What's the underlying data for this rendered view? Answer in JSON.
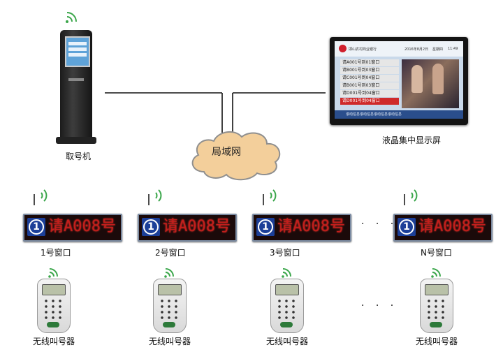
{
  "network": {
    "label": "局域网",
    "cloud_color": "#f3cf9b",
    "edge_color": "#8f8f8f"
  },
  "kiosk": {
    "label": "取号机",
    "icon": "ticket-kiosk-icon"
  },
  "display": {
    "label": "液晶集中显示屏",
    "icon": "lcd-monitor-icon",
    "bank_name": "邯山农村商业银行",
    "date_text": "2016年8月2日",
    "weekday": "星期四",
    "time": "11:49",
    "rows": [
      "请A001号到01窗口",
      "请B001号到03窗口",
      "请C001号到04窗口",
      "请B001号到03窗口",
      "请D001号到04窗口",
      "请D001号到04窗口"
    ],
    "ticker": "滚动信息滚动信息滚动信息滚动信息"
  },
  "windows": [
    {
      "badge": "1",
      "led_text": "请A008号",
      "label": "1号窗口"
    },
    {
      "badge": "1",
      "led_text": "请A008号",
      "label": "2号窗口"
    },
    {
      "badge": "1",
      "led_text": "请A008号",
      "label": "3号窗口"
    },
    {
      "badge": "1",
      "led_text": "请A008号",
      "label": "N号窗口"
    }
  ],
  "pagers": [
    {
      "label": "无线叫号器",
      "icon": "wireless-pager-icon"
    },
    {
      "label": "无线叫号器",
      "icon": "wireless-pager-icon"
    },
    {
      "label": "无线叫号器",
      "icon": "wireless-pager-icon"
    },
    {
      "label": "无线叫号器",
      "icon": "wireless-pager-icon"
    }
  ],
  "ellipsis": "· · ·",
  "colors": {
    "led_text": "#d6211e",
    "badge": "#1c3f98",
    "signal": "#3aa64a"
  }
}
